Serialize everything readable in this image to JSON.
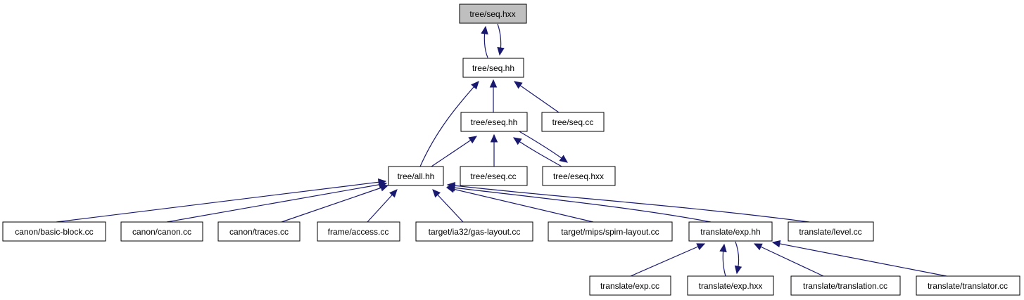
{
  "graph": {
    "colors": {
      "edge": "#191970",
      "node_border": "#000000",
      "root_fill": "#bfbfbf",
      "node_fill": "#ffffff"
    },
    "nodes": [
      {
        "id": "seq_hxx",
        "label": "tree/seq.hxx"
      },
      {
        "id": "seq_hh",
        "label": "tree/seq.hh"
      },
      {
        "id": "eseq_hh",
        "label": "tree/eseq.hh"
      },
      {
        "id": "seq_cc",
        "label": "tree/seq.cc"
      },
      {
        "id": "all_hh",
        "label": "tree/all.hh"
      },
      {
        "id": "eseq_cc",
        "label": "tree/eseq.cc"
      },
      {
        "id": "eseq_hxx",
        "label": "tree/eseq.hxx"
      },
      {
        "id": "basic_block",
        "label": "canon/basic-block.cc"
      },
      {
        "id": "canon_cc",
        "label": "canon/canon.cc"
      },
      {
        "id": "traces",
        "label": "canon/traces.cc"
      },
      {
        "id": "access",
        "label": "frame/access.cc"
      },
      {
        "id": "gas_layout",
        "label": "target/ia32/gas-layout.cc"
      },
      {
        "id": "spim_layout",
        "label": "target/mips/spim-layout.cc"
      },
      {
        "id": "exp_hh",
        "label": "translate/exp.hh"
      },
      {
        "id": "level",
        "label": "translate/level.cc"
      },
      {
        "id": "exp_cc",
        "label": "translate/exp.cc"
      },
      {
        "id": "exp_hxx",
        "label": "translate/exp.hxx"
      },
      {
        "id": "translation",
        "label": "translate/translation.cc"
      },
      {
        "id": "translator",
        "label": "translate/translator.cc"
      }
    ],
    "edges": [
      {
        "from": "seq_hh",
        "to": "seq_hxx"
      },
      {
        "from": "seq_hxx",
        "to": "seq_hh"
      },
      {
        "from": "eseq_hh",
        "to": "seq_hh"
      },
      {
        "from": "seq_cc",
        "to": "seq_hh"
      },
      {
        "from": "all_hh",
        "to": "seq_hh"
      },
      {
        "from": "all_hh",
        "to": "eseq_hh"
      },
      {
        "from": "eseq_cc",
        "to": "eseq_hh"
      },
      {
        "from": "eseq_hxx",
        "to": "eseq_hh"
      },
      {
        "from": "eseq_hh",
        "to": "eseq_hxx"
      },
      {
        "from": "basic_block",
        "to": "all_hh"
      },
      {
        "from": "canon_cc",
        "to": "all_hh"
      },
      {
        "from": "traces",
        "to": "all_hh"
      },
      {
        "from": "access",
        "to": "all_hh"
      },
      {
        "from": "gas_layout",
        "to": "all_hh"
      },
      {
        "from": "spim_layout",
        "to": "all_hh"
      },
      {
        "from": "exp_hh",
        "to": "all_hh"
      },
      {
        "from": "level",
        "to": "all_hh"
      },
      {
        "from": "exp_cc",
        "to": "exp_hh"
      },
      {
        "from": "exp_hxx",
        "to": "exp_hh"
      },
      {
        "from": "exp_hh",
        "to": "exp_hxx"
      },
      {
        "from": "translation",
        "to": "exp_hh"
      },
      {
        "from": "translator",
        "to": "exp_hh"
      }
    ]
  }
}
